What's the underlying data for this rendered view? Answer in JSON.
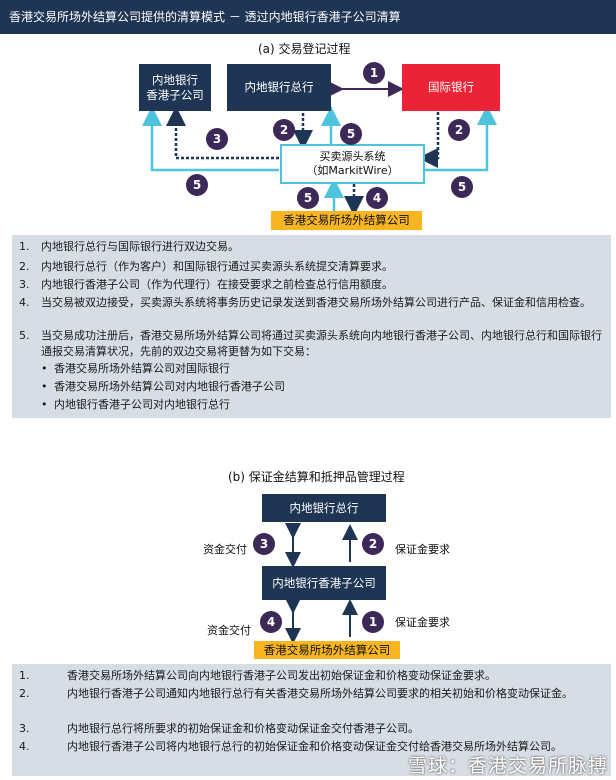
{
  "header": {
    "title": "香港交易所场外结算公司提供的清算模式 － 透过内地银行香港子公司清算"
  },
  "section_a": {
    "title": "(a)  交易登记过程",
    "nodes": {
      "hk_sub": "内地银行\n香港子公司",
      "head_office": "内地银行总行",
      "intl_bank": "国际银行",
      "markitwire": "买卖源头系统\n（如MarkitWire）",
      "hkex": "香港交易所场外结算公司"
    },
    "badges": [
      "1",
      "2",
      "3",
      "5",
      "5",
      "2",
      "5",
      "5",
      "4"
    ],
    "steps": [
      {
        "n": "1.",
        "text": "内地银行总行与国际银行进行双边交易。"
      },
      {
        "n": "2.",
        "text": "内地银行总行（作为客户）和国际银行通过买卖源头系统提交清算要求。"
      },
      {
        "n": "3.",
        "text": "内地银行香港子公司（作为代理行）在接受要求之前检查总行信用额度。"
      },
      {
        "n": "4.",
        "text": "当交易被双边接受，买卖源头系统将事务历史记录发送到香港交易所场外结算公司进行产品、保证金和信用检查。"
      },
      {
        "n": "5.",
        "text": "当交易成功注册后，香港交易所场外结算公司将通过买卖源头系统向内地银行香港子公司、内地银行总行和国际银行通报交易清算状况，先前的双边交易将更替为如下交易："
      }
    ],
    "bullets": [
      "香港交易所场外结算公司对国际银行",
      "香港交易所场外结算公司对内地银行香港子公司",
      "内地银行香港子公司对内地银行总行"
    ]
  },
  "section_b": {
    "title": "(b)  保证金结算和抵押品管理过程",
    "nodes": {
      "head_office": "内地银行总行",
      "hk_sub": "内地银行香港子公司",
      "hkex": "香港交易所场外结算公司"
    },
    "labels": {
      "funds_upper": "资金交付",
      "margin_upper": "保证金要求",
      "funds_lower": "资金交付",
      "margin_lower": "保证金要求"
    },
    "badges": [
      "3",
      "2",
      "4",
      "1"
    ],
    "steps": [
      {
        "n": "1.",
        "text": "香港交易所场外结算公司向内地银行香港子公司发出初始保证金和价格变动保证金要求。"
      },
      {
        "n": "2.",
        "text": "内地银行香港子公司通知内地银行总行有关香港交易所场外结算公司要求的相关初始和价格变动保证金。"
      },
      {
        "n": "3.",
        "text": "内地银行总行将所要求的初始保证金和价格变动保证金交付香港子公司。"
      },
      {
        "n": "4.",
        "text": "内地银行香港子公司将内地银行总行的初始保证金和价格变动保证金交付给香港交易所场外结算公司。"
      }
    ]
  },
  "watermark": "雪球：香港交易所脉搏",
  "colors": {
    "navy": "#1e3553",
    "red": "#ea2436",
    "cyan": "#4ec3de",
    "gold": "#f6b521",
    "badge": "#3c2957",
    "panel": "#d7dde4"
  }
}
